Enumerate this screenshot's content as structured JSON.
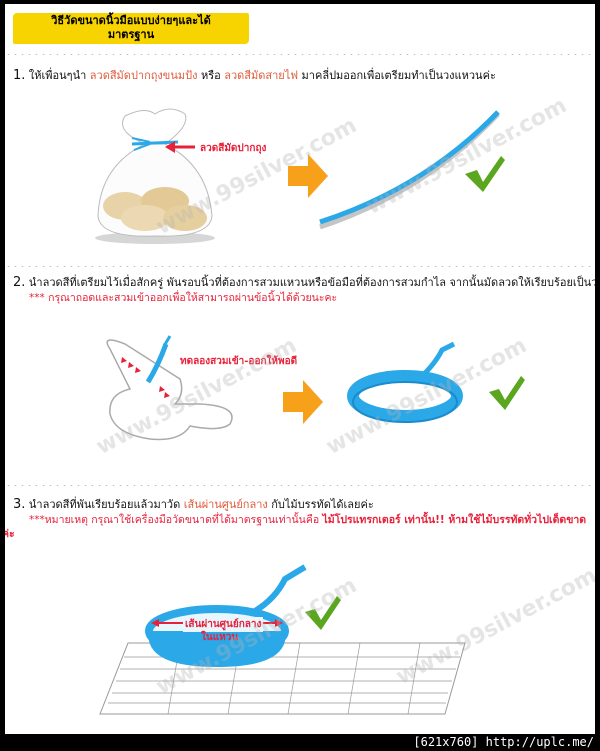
{
  "title": {
    "line1": "วิธีวัดขนาดนิ้วมือแบบง่ายๆและได้",
    "line2": "มาตรฐาน"
  },
  "steps": [
    {
      "number": "1.",
      "text_before": "ให้เพื่อนๆนำ",
      "highlight1": "ลวดสีมัดปากถุงขนมปัง",
      "middle": "หรือ",
      "highlight2": "ลวดสีมัดสายไฟ",
      "text_after": "มาคลี่ปมออกเพื่อเตรียมทำเป็นวงแหวนค่ะ",
      "illustration_label": "ลวดสีมัดปากถุง"
    },
    {
      "number": "2.",
      "text": "นำลวดสีที่เตรียมไว้เมื่อสักครู่ พันรอบนิ้วที่ต้องการสวมแหวนหรือข้อมือที่ต้องการสวมกำไล จากนั้นมัดลวดให้เรียบร้อยเป็นวงกลมพอดี",
      "note": "*** กรุณาถอดและสวมเข้าออกเพื่อให้สามารถผ่านข้อนิ้วได้ด้วยนะคะ",
      "illustration_label": "ทดลองสวมเข้า-ออกให้พอดี"
    },
    {
      "number": "3.",
      "text_before": "นำลวดสีที่พันเรียบร้อยแล้วมาวัด",
      "highlight": "เส้นผ่านศูนย์กลาง",
      "text_after": "กับไม้บรรทัดได้เลยค่ะ",
      "note_prefix": "***หมายเหตุ กรุณาใช้เครื่องมือวัดขนาดที่ได้มาตรฐานเท่านั้นคือ",
      "note_bold": "ไม้โปรแทรกเตอร์ เท่านั้น!! ห้ามใช้ไม้บรรทัดทั่วไปเด็ดขาด",
      "note_wrap": "ค่ะ",
      "illustration_label_line1": "เส้นผ่านศูนย์กลาง",
      "illustration_label_line2": "ในแหวน"
    }
  ],
  "watermark": "www.99silver.com",
  "footer": "[621x760] http://uplc.me/",
  "colors": {
    "banner": "#f7d400",
    "highlight": "#e05a3a",
    "note_red": "#e8213a",
    "arrow_orange": "#f7a11a",
    "check_green": "#5aa61e",
    "wire_blue": "#2aa8e8"
  }
}
